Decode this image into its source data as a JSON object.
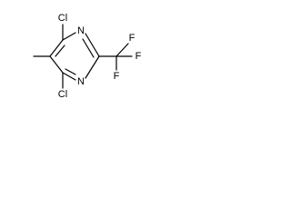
{
  "molecule": {
    "atoms": {
      "cl_top": "Cl",
      "n_top": "N",
      "n_bottom": "N",
      "cl_bottom": "Cl",
      "f_top": "F",
      "f_right": "F",
      "f_bottom": "F"
    }
  }
}
